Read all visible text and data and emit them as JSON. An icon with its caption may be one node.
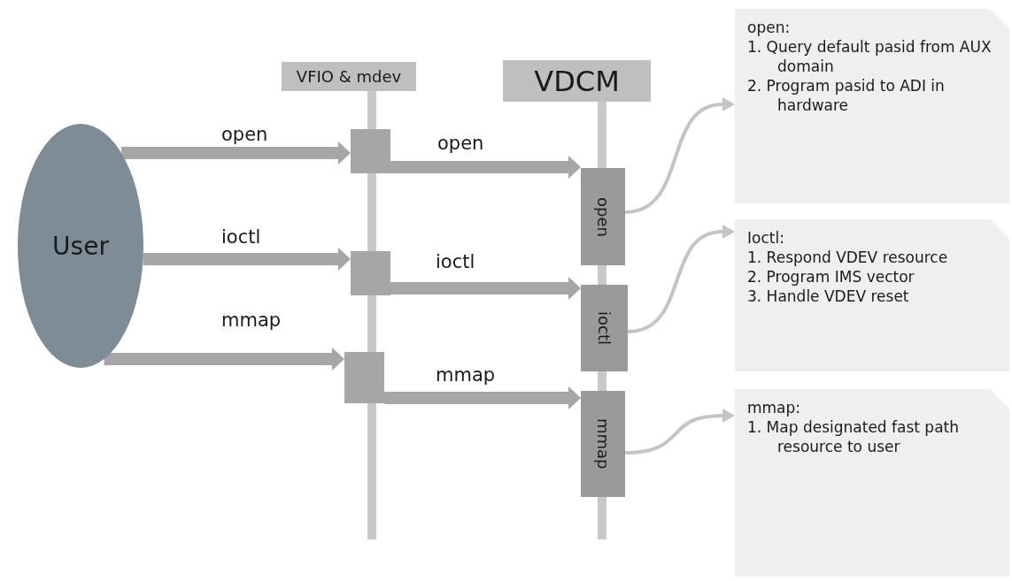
{
  "diagram": {
    "nodes": [
      {
        "text": [
          "User"
        ]
      },
      {
        "text": [
          "VFIO & mdev"
        ]
      },
      {
        "text": [
          "VDCM"
        ]
      },
      {
        "text": [],
        "shape": "box"
      },
      {
        "text": [],
        "shape": "box"
      },
      {
        "text": [],
        "shape": "box"
      },
      {
        "text": [
          "open"
        ]
      },
      {
        "text": [
          "ioctl"
        ]
      },
      {
        "text": [
          "mmap"
        ]
      },
      {
        "text": [
          "open:",
          "1. Query default pasid from AUX domain",
          "2. Program pasid to ADI in hardware"
        ]
      },
      {
        "text": [
          "Ioctl:",
          "1. Respond VDEV resource",
          "2. Program IMS vector",
          "3. Handle VDEV reset"
        ]
      },
      {
        "text": [
          "mmap:",
          "1. Map designated fast path resource to user"
        ]
      }
    ],
    "edges": [
      {
        "from": 0,
        "to": 3,
        "arrow": "to",
        "label": "open"
      },
      {
        "from": 3,
        "to": 6,
        "arrow": "to",
        "label": "open"
      },
      {
        "from": 0,
        "to": 4,
        "arrow": "to",
        "label": "ioctl"
      },
      {
        "from": 4,
        "to": 7,
        "arrow": "to",
        "label": "ioctl"
      },
      {
        "from": 0,
        "to": 5,
        "arrow": "to",
        "label": "mmap"
      },
      {
        "from": 5,
        "to": 8,
        "arrow": "to",
        "label": "mmap"
      },
      {
        "from": 6,
        "to": 9,
        "arrow": "to",
        "color": "#c4c4c4"
      },
      {
        "from": 7,
        "to": 10,
        "arrow": "to",
        "color": "#c4c4c4"
      },
      {
        "from": 8,
        "to": 11,
        "arrow": "to",
        "color": "#c4c4c4"
      }
    ]
  }
}
